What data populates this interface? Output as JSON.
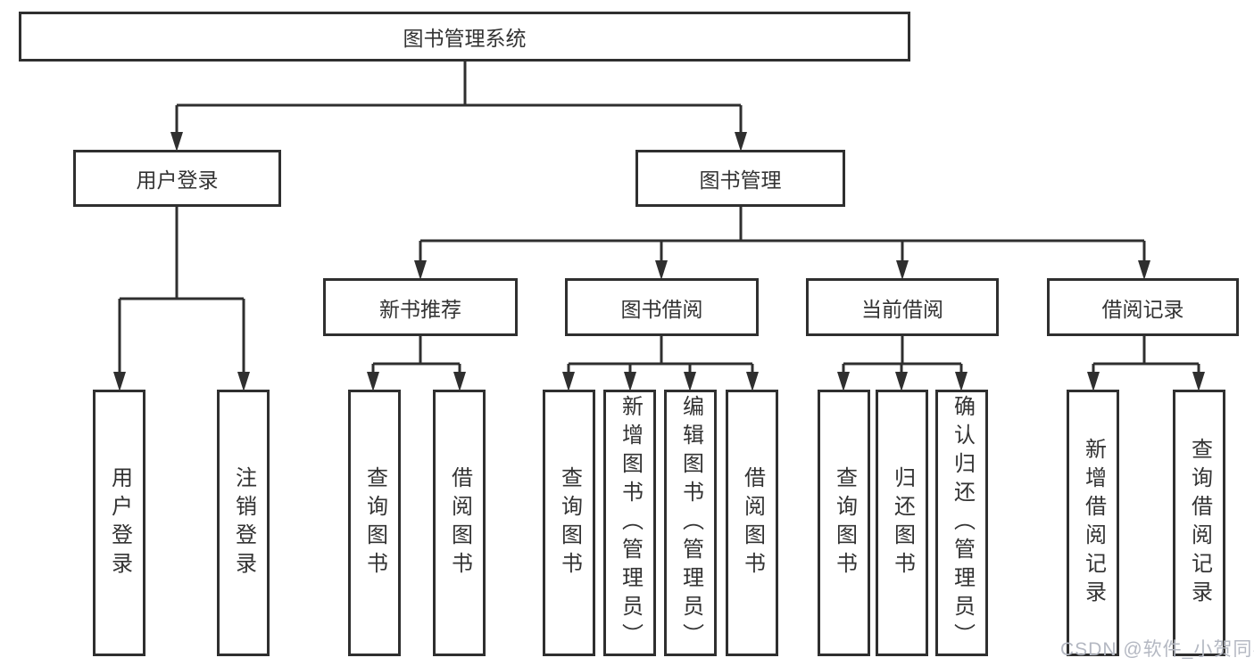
{
  "tree": {
    "label": "图书管理系统",
    "children": [
      {
        "label": "用户登录",
        "children": [
          {
            "label": "用户登录"
          },
          {
            "label": "注销登录"
          }
        ]
      },
      {
        "label": "图书管理",
        "children": [
          {
            "label": "新书推荐",
            "children": [
              {
                "label": "查询图书"
              },
              {
                "label": "借阅图书"
              }
            ]
          },
          {
            "label": "图书借阅",
            "children": [
              {
                "label": "查询图书"
              },
              {
                "label": "新增图书（管理员）"
              },
              {
                "label": "编辑图书（管理员）"
              },
              {
                "label": "借阅图书"
              }
            ]
          },
          {
            "label": "当前借阅",
            "children": [
              {
                "label": "查询图书"
              },
              {
                "label": "归还图书"
              },
              {
                "label": "确认归还（管理员）"
              }
            ]
          },
          {
            "label": "借阅记录",
            "children": [
              {
                "label": "新增借阅记录"
              },
              {
                "label": "查询借阅记录"
              }
            ]
          }
        ]
      }
    ]
  },
  "watermark": {
    "text": "CSDN @软件_小贺同学"
  },
  "colors": {
    "line": "#2f2f2f",
    "border": "#2f2f2f",
    "text": "#333333",
    "watermark": "#b4b8c2",
    "background": "#ffffff"
  }
}
